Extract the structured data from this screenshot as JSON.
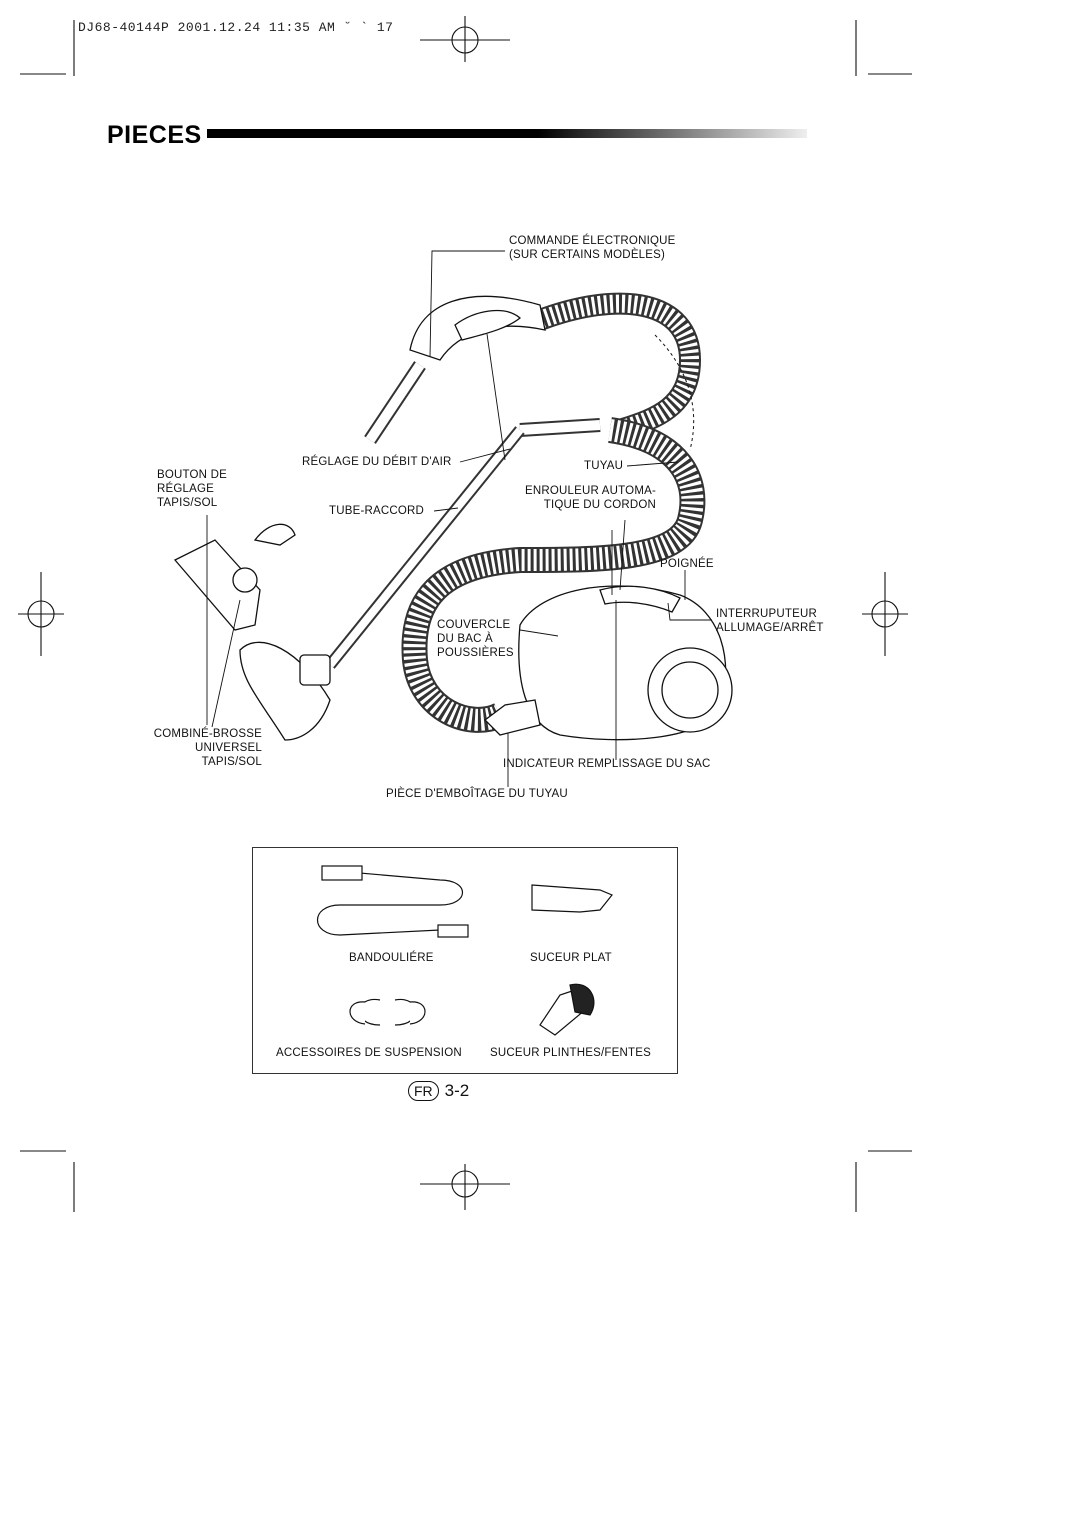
{
  "header": {
    "print_slug": "DJ68-40144P 2001.12.24 11:35 AM ˘  ` 17"
  },
  "page": {
    "title": "PIECES",
    "language_badge": "FR",
    "page_number": "3-2"
  },
  "callouts": {
    "commande": "COMMANDE ÉLECTRONIQUE\n(SUR CERTAINS MODÈLES)",
    "reglage_debit": "RÉGLAGE DU DÉBIT D'AIR",
    "tuyau": "TUYAU",
    "bouton": "BOUTON DE\nRÉGLAGE\nTAPIS/SOL",
    "tube_raccord": "TUBE-RACCORD",
    "enrouleur": "ENROULEUR AUTOMA-\nTIQUE DU CORDON",
    "poignee": "POIGNÉE",
    "interrupteur": "INTERRUPUTEUR\nALLUMAGE/ARRÊT",
    "couvercle": "COUVERCLE\nDU BAC À\nPOUSSIÈRES",
    "combine": "COMBINÉ-BROSSE\nUNIVERSEL TAPIS/SOL",
    "indicateur": "INDICATEUR REMPLISSAGE DU SAC",
    "piece_emboitage": "PIÈCE D'EMBOÎTAGE DU TUYAU"
  },
  "accessories": {
    "bandouliere": "BANDOULIÉRE",
    "suceur_plat": "SUCEUR PLAT",
    "suspension": "ACCESSOIRES DE SUSPENSION",
    "plinthes": "SUCEUR PLINTHES/FENTES"
  }
}
